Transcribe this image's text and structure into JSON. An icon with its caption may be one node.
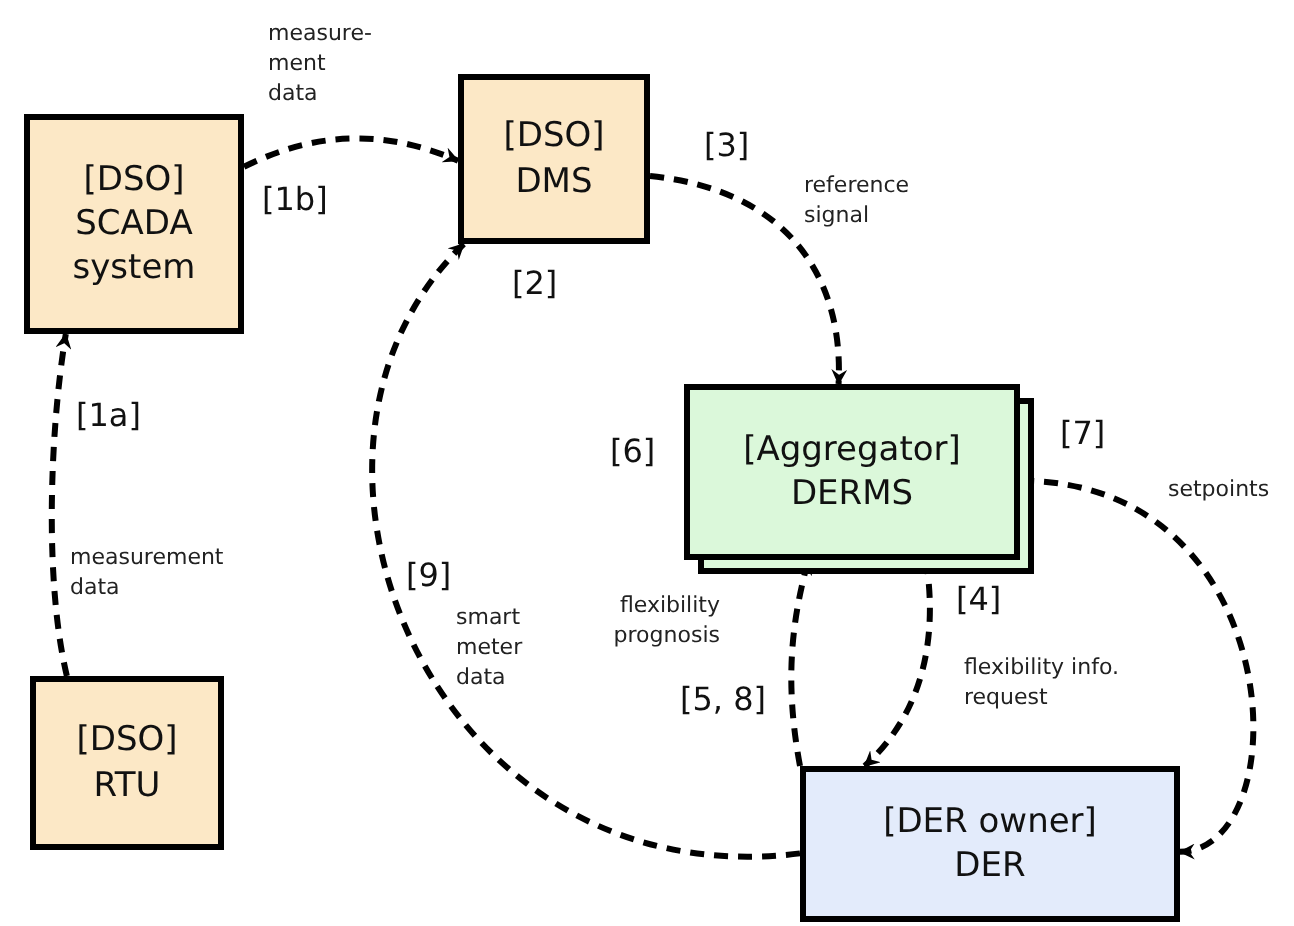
{
  "diagram": {
    "nodes": [
      {
        "text": [
          "[DSO]",
          "SCADA system"
        ]
      },
      {
        "text": [
          "[DSO]",
          "DMS"
        ]
      },
      {
        "text": [
          "[Aggregator]",
          "DERMS"
        ]
      },
      {
        "text": [
          "[DSO]",
          "RTU"
        ]
      },
      {
        "text": [
          "[DER owner]",
          "DER"
        ]
      }
    ],
    "edges": [
      {
        "from": 3,
        "to": 0,
        "arrow": "to",
        "label": "measurement data",
        "style": "dashed"
      },
      {
        "from": 0,
        "to": 1,
        "arrow": "to",
        "label": "measure- ment data",
        "style": "dashed"
      },
      {
        "from": 1,
        "to": 2,
        "arrow": "to",
        "label": "reference signal",
        "style": "dashed"
      },
      {
        "from": 2,
        "to": 4,
        "arrow": "to",
        "label": "flexibility info. request",
        "style": "dashed"
      },
      {
        "from": 4,
        "to": 2,
        "arrow": "to",
        "label": "flexibility prognosis",
        "style": "dashed"
      },
      {
        "from": 2,
        "to": 4,
        "arrow": "to",
        "label": "setpoints",
        "style": "dashed"
      },
      {
        "from": 4,
        "to": 1,
        "arrow": "to",
        "label": "smart meter data",
        "style": "dashed"
      }
    ],
    "labels": [
      "[3]",
      "[1b]",
      "[2]",
      "[1a]",
      "[7]",
      "[6]",
      "[9]",
      "[4]",
      "[5, 8]"
    ]
  }
}
